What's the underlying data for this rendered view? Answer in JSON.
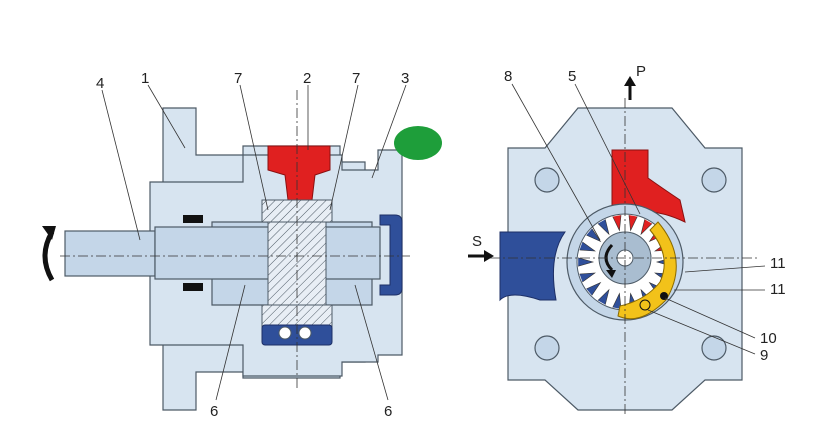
{
  "labels": {
    "l1": "1",
    "l2": "2",
    "l3": "3",
    "l4": "4",
    "l5": "5",
    "l6a": "6",
    "l6b": "6",
    "l7a": "7",
    "l7b": "7",
    "l8": "8",
    "l9": "9",
    "l10": "10",
    "l11a": "11",
    "l11b": "11",
    "suction": "S",
    "pressure": "P"
  },
  "colors": {
    "housing": "#d7e4f0",
    "high_pressure": "#e02020",
    "low_pressure": "#2f4f9a",
    "filler_piece": "#f2c21a",
    "indicator_dot": "#1e9e3a"
  }
}
